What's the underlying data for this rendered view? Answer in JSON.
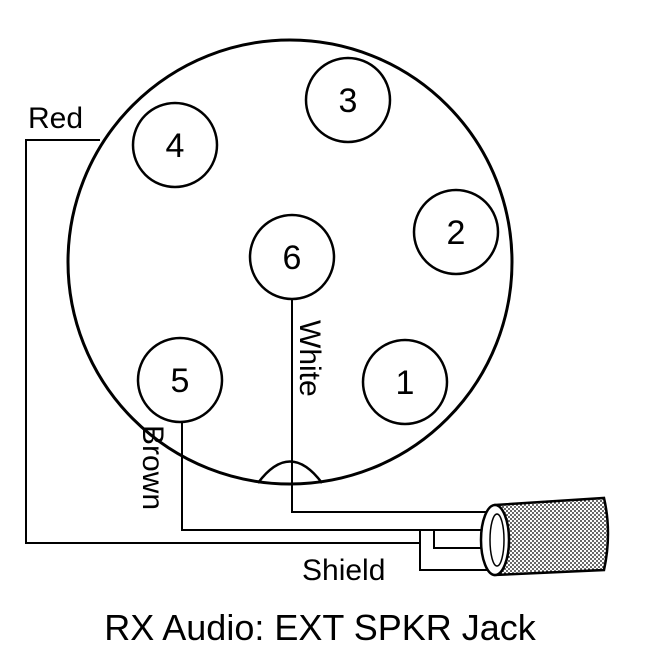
{
  "title": "RX Audio: EXT SPKR Jack",
  "pins": [
    "1",
    "2",
    "3",
    "4",
    "5",
    "6"
  ],
  "wires": {
    "red": "Red",
    "white": "White",
    "brown": "Brown",
    "shield": "Shield"
  }
}
